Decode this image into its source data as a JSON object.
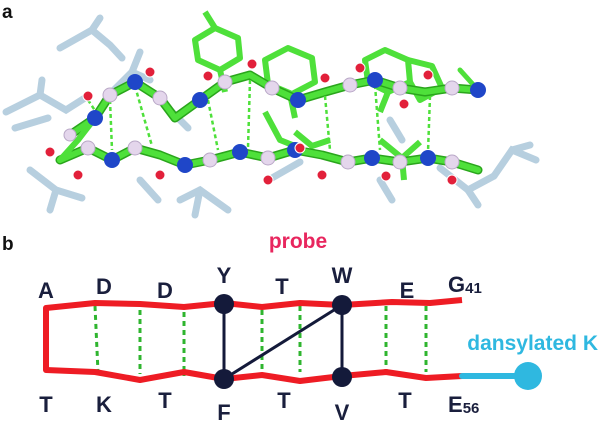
{
  "panel_a": {
    "label": "a"
  },
  "panel_b": {
    "label": "b"
  },
  "probe_label": "probe",
  "dansyl_label": "dansylated K",
  "top_strand": [
    "A",
    "D",
    "D",
    "Y",
    "T",
    "W",
    "E"
  ],
  "top_end": {
    "letter": "G",
    "number": "41"
  },
  "bottom_strand": [
    "T",
    "K",
    "T",
    "F",
    "T",
    "V",
    "T"
  ],
  "bottom_end": {
    "letter": "E",
    "number": "56"
  },
  "colors": {
    "backbone": "#ee1c24",
    "hbond": "#2fb52f",
    "node": "#141a3a",
    "probe_text": "#e8265e",
    "dansyl": "#2fb8e0",
    "residue_text": "#1a1f3d",
    "carbon": "#4ee03a",
    "carbon_dark": "#2aa51c",
    "sidechain_grey": "#b7cfdf",
    "hydrogen": "#e4d6ec",
    "nitrogen": "#1f46c8",
    "oxygen": "#e2203a"
  }
}
